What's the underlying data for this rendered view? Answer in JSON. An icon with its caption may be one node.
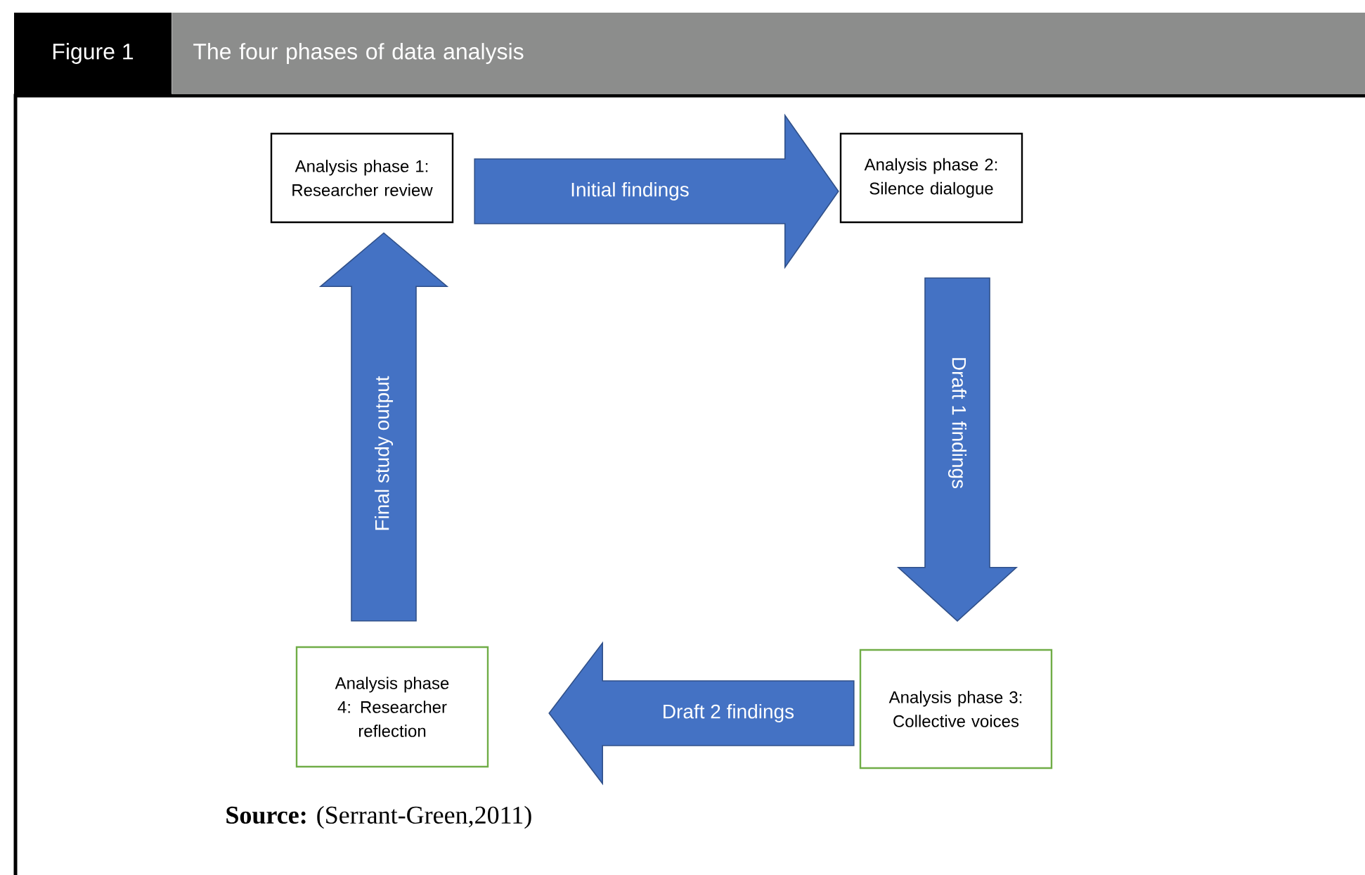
{
  "diagram": {
    "title": "The four phases of data analysis",
    "caption": "**Source:** (Serrant-Green,2011)",
    "nodes": [
      {
        "text": [
          "Analysis phase 1: Researcher review"
        ]
      },
      {
        "text": [
          "Analysis phase 2: Silence dialogue"
        ]
      },
      {
        "text": [
          "Analysis phase 3: Collective voices"
        ]
      },
      {
        "text": [
          "Analysis phase 4: Researcher reflection"
        ]
      }
    ],
    "edges": [
      {
        "from": 0,
        "to": 1,
        "arrow": "to",
        "label": "Initial findings"
      },
      {
        "from": 1,
        "to": 2,
        "arrow": "to",
        "label": "Draft 1 findings"
      },
      {
        "from": 2,
        "to": 3,
        "arrow": "to",
        "label": "Draft 2 findings"
      },
      {
        "from": 3,
        "to": 0,
        "arrow": "to",
        "label": "Final study output"
      }
    ],
    "labels": [
      "Figure 1"
    ]
  }
}
